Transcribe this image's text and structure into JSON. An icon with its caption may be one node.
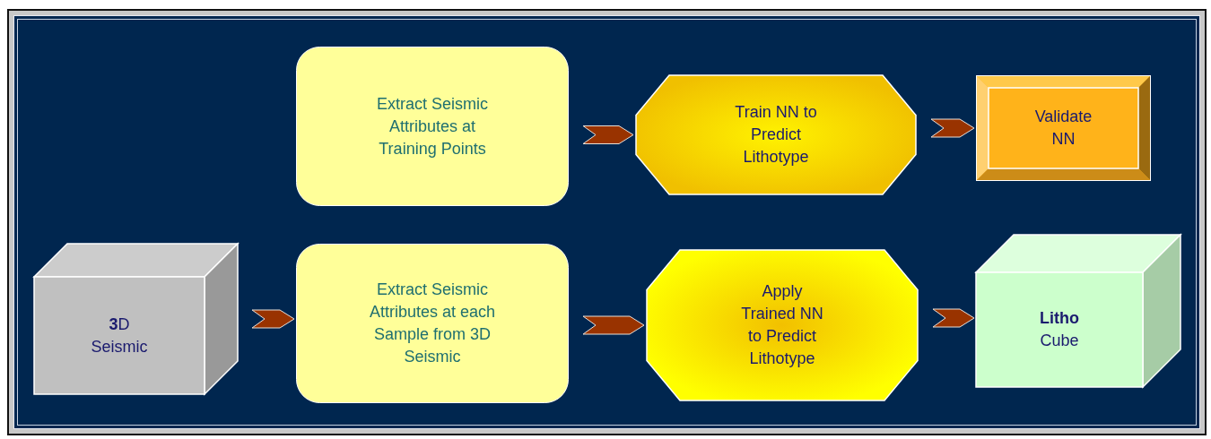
{
  "diagram": {
    "nodes": [
      {
        "text": [
          "Extract Seismic Attributes at Training Points"
        ]
      },
      {
        "text": [
          "Train NN to Predict Lithotype"
        ]
      },
      {
        "text": [
          "Validate NN"
        ]
      },
      {
        "text": [
          "**3**D Seismic"
        ]
      },
      {
        "text": [
          "Extract Seismic Attributes at each Sample from 3D Seismic"
        ]
      },
      {
        "text": [
          "Apply Trained NN to Predict Lithotype"
        ]
      },
      {
        "text": [
          "**Litho** Cube"
        ]
      }
    ],
    "edges": [
      {
        "from": 0,
        "to": 1,
        "arrow": "to"
      },
      {
        "from": 1,
        "to": 2,
        "arrow": "to"
      },
      {
        "from": 3,
        "to": 4,
        "arrow": "to"
      },
      {
        "from": 4,
        "to": 5,
        "arrow": "to"
      },
      {
        "from": 5,
        "to": 6,
        "arrow": "to"
      }
    ]
  }
}
